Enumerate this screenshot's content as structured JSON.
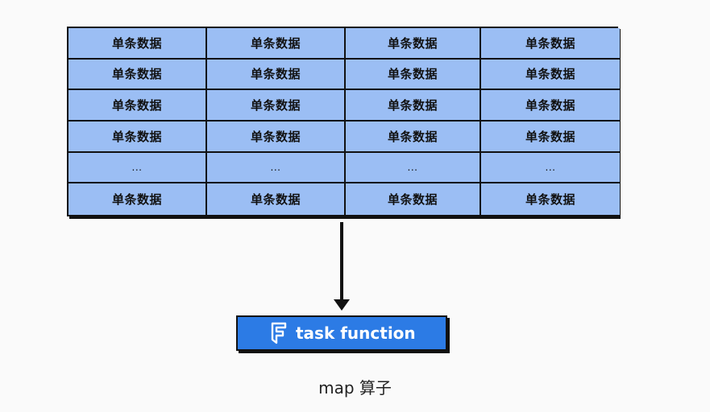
{
  "grid": {
    "rows": [
      [
        "单条数据",
        "单条数据",
        "单条数据",
        "单条数据"
      ],
      [
        "单条数据",
        "单条数据",
        "单条数据",
        "单条数据"
      ],
      [
        "单条数据",
        "单条数据",
        "单条数据",
        "单条数据"
      ],
      [
        "单条数据",
        "单条数据",
        "单条数据",
        "单条数据"
      ],
      [
        "...",
        "...",
        "...",
        "..."
      ],
      [
        "单条数据",
        "单条数据",
        "单条数据",
        "单条数据"
      ]
    ]
  },
  "task": {
    "label": "task function",
    "icon": "function-icon"
  },
  "caption": "map 算子",
  "colors": {
    "cell": "#9bbef4",
    "task": "#2c7be5",
    "border": "#111111"
  }
}
